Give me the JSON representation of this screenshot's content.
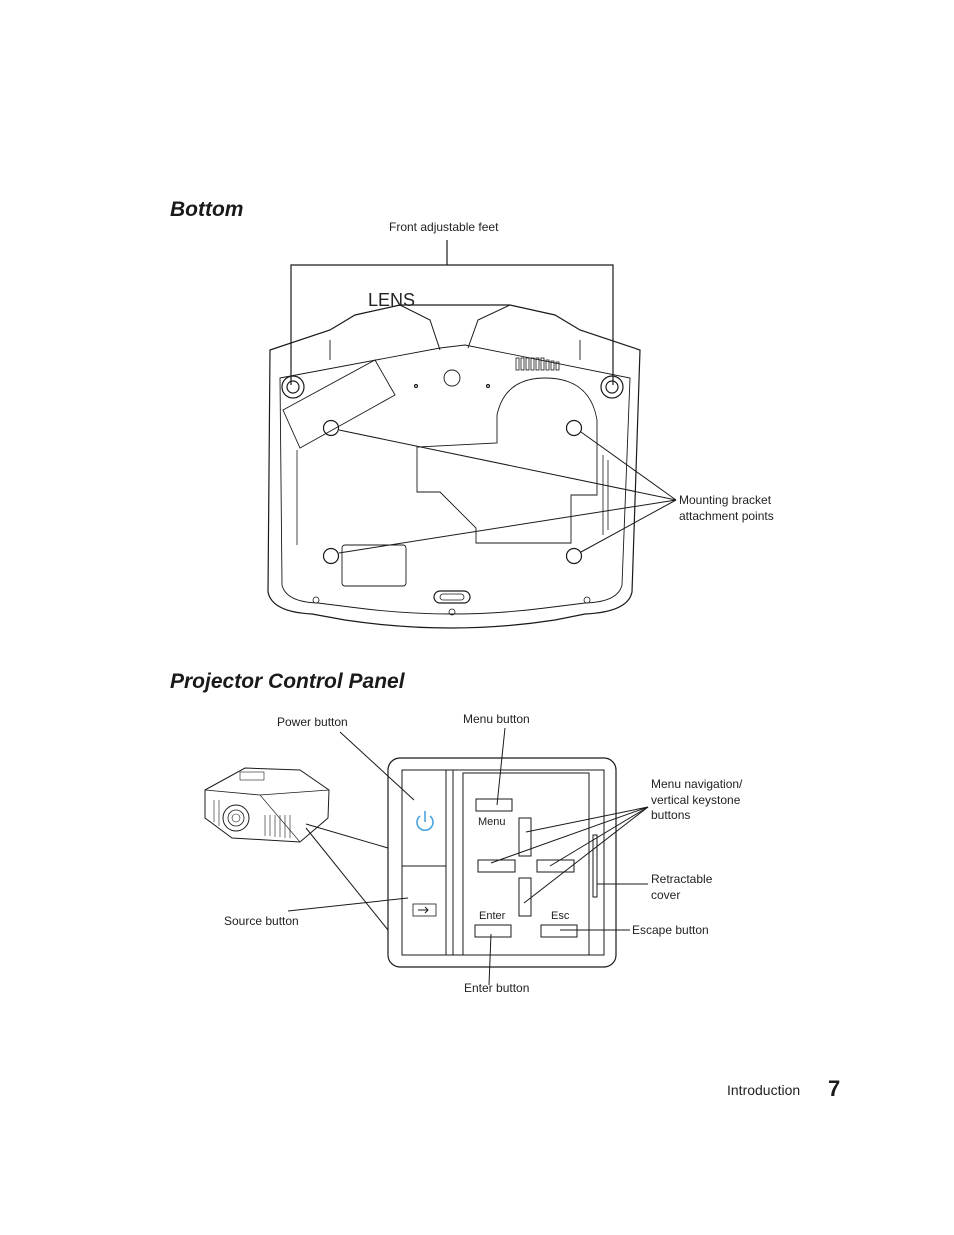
{
  "bottom_section": {
    "heading": "Bottom",
    "lens_label": "LENS",
    "front_feet_label": "Front adjustable feet",
    "mounting_label": [
      "Mounting bracket",
      "attachment points"
    ]
  },
  "control_section": {
    "heading": "Projector Control Panel",
    "power_button_label": "Power button",
    "menu_button_label": "Menu button",
    "menu_nav_label": [
      "Menu navigation/",
      "vertical keystone",
      "buttons"
    ],
    "retractable_label": [
      "Retractable",
      "cover"
    ],
    "source_button_label": "Source button",
    "escape_button_label": "Escape button",
    "enter_button_label": "Enter button",
    "panel_menu_text": "Menu",
    "panel_enter_text": "Enter",
    "panel_esc_text": "Esc"
  },
  "footer": {
    "section": "Introduction",
    "page_number": "7"
  },
  "colors": {
    "power_icon": "#4aa3df",
    "line": "#1a1a1a"
  }
}
